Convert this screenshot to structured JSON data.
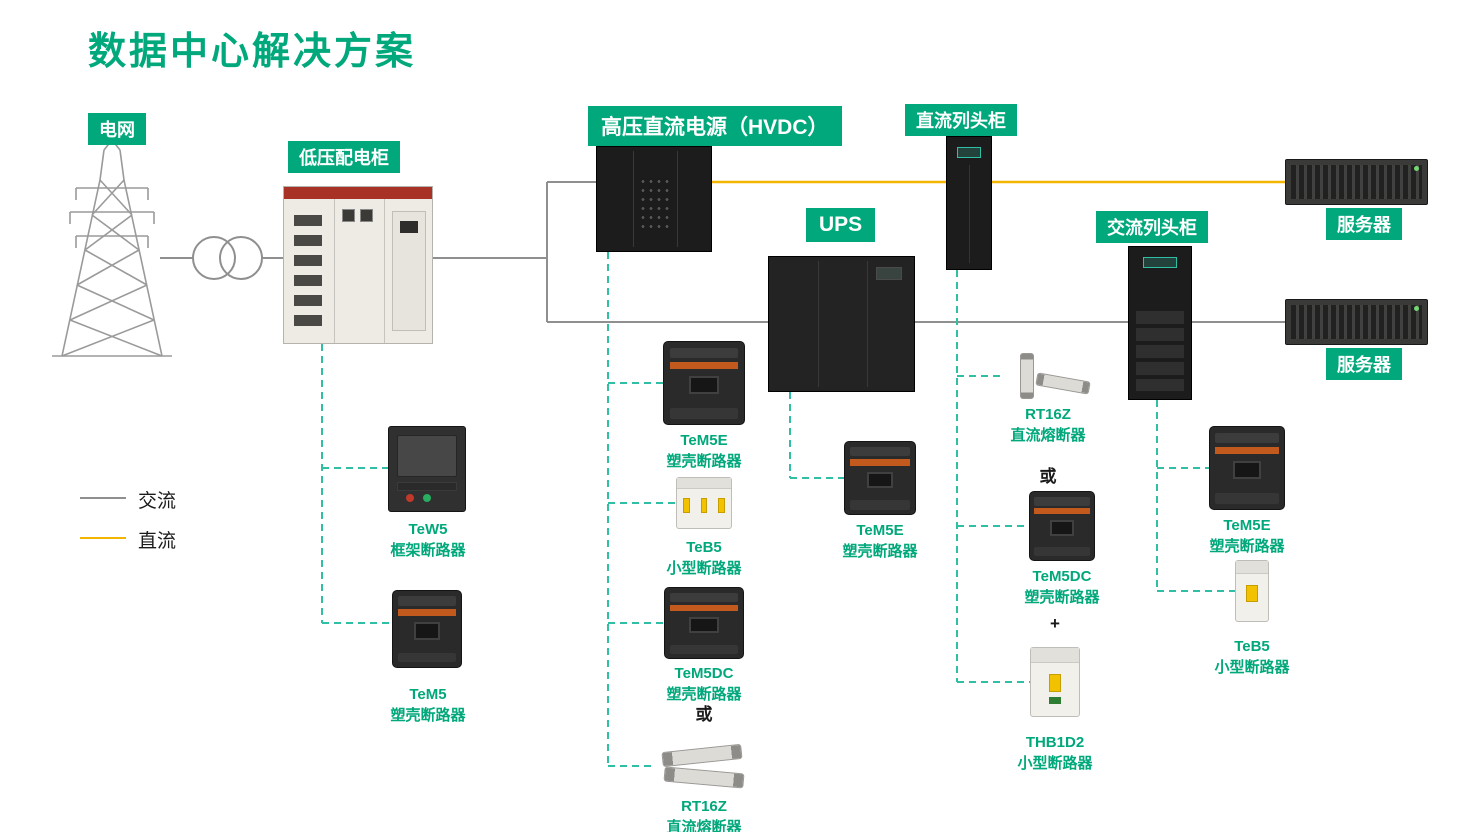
{
  "title": "数据中心解决方案",
  "colors": {
    "accent_green": "#00A87B",
    "teal_dash": "#2EBFA5",
    "dc_yellow": "#F2B600",
    "ac_gray": "#8F8F8F"
  },
  "legend": {
    "ac_label": "交流",
    "dc_label": "直流"
  },
  "badges": {
    "grid": "电网",
    "lv_cabinet": "低压配电柜",
    "hvdc": "高压直流电源（HVDC）",
    "dc_row": "直流列头柜",
    "ups": "UPS",
    "ac_row": "交流列头柜",
    "server_top": "服务器",
    "server_bottom": "服务器"
  },
  "products": {
    "tew5": {
      "name": "TeW5",
      "desc": "框架断路器"
    },
    "tem5": {
      "name": "TeM5",
      "desc": "塑壳断路器"
    },
    "tem5e_hvdc": {
      "name": "TeM5E",
      "desc": "塑壳断路器"
    },
    "teb5_hvdc": {
      "name": "TeB5",
      "desc": "小型断路器"
    },
    "tem5dc_hvdc": {
      "name": "TeM5DC",
      "desc": "塑壳断路器"
    },
    "rt16z_hvdc": {
      "name": "RT16Z",
      "desc": "直流熔断器"
    },
    "tem5e_ups": {
      "name": "TeM5E",
      "desc": "塑壳断路器"
    },
    "rt16z_dc": {
      "name": "RT16Z",
      "desc": "直流熔断器"
    },
    "tem5dc_dc": {
      "name": "TeM5DC",
      "desc": "塑壳断路器"
    },
    "thb1d2": {
      "name": "THB1D2",
      "desc": "小型断路器"
    },
    "tem5e_ac": {
      "name": "TeM5E",
      "desc": "塑壳断路器"
    },
    "teb5_ac": {
      "name": "TeB5",
      "desc": "小型断路器"
    }
  },
  "connectors": {
    "or_hvdc": "或",
    "or_dc": "或",
    "plus_dc": "+"
  }
}
